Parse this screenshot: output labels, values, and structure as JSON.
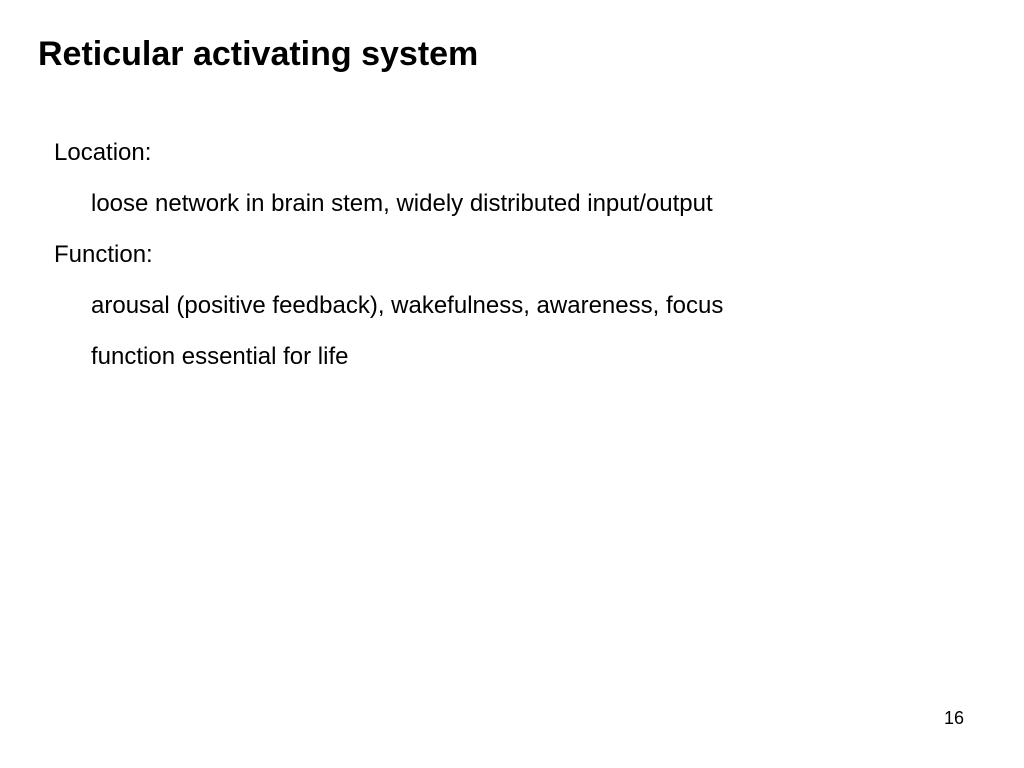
{
  "slide": {
    "title": "Reticular activating system",
    "sections": [
      {
        "heading": "Location:",
        "items": [
          "loose network in brain stem, widely distributed input/output"
        ]
      },
      {
        "heading": "Function:",
        "items": [
          "arousal (positive feedback), wakefulness, awareness, focus",
          "function essential for life"
        ]
      }
    ],
    "page_number": "16"
  }
}
